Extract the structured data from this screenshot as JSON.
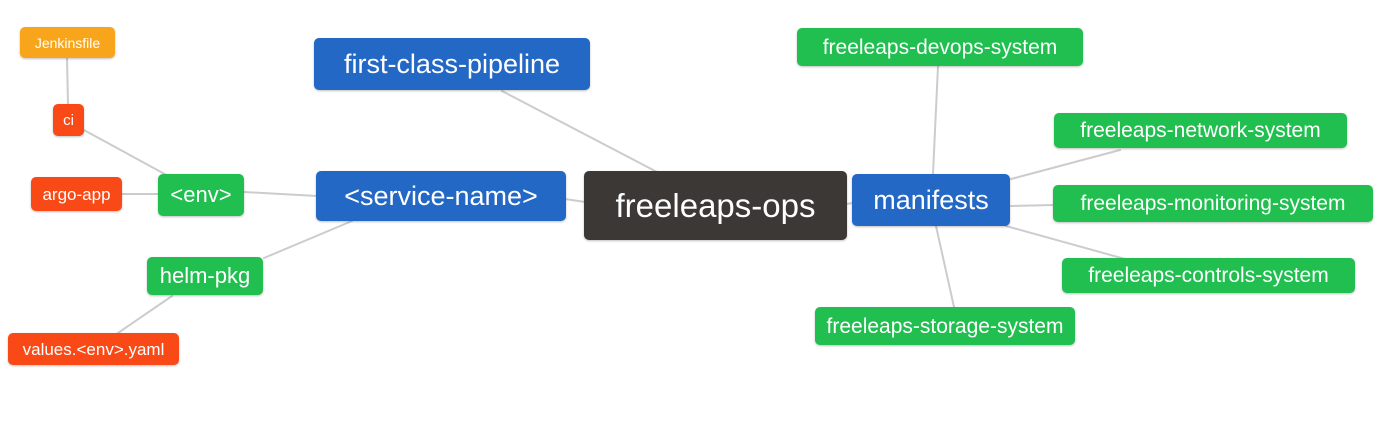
{
  "diagram": {
    "type": "mindmap",
    "root": "freeleaps_ops"
  },
  "palette": {
    "orange": "#F9A51B",
    "red": "#F94916",
    "green": "#20BF4F",
    "blue": "#2268C4",
    "dark": "#3B3836",
    "edge": "#CCCCCC",
    "node_text": "#FFFFFF",
    "background": "#FFFFFF"
  },
  "nodes": {
    "jenkinsfile": {
      "label": "Jenkinsfile",
      "color": "#F9A51B"
    },
    "ci": {
      "label": "ci",
      "color": "#F94916"
    },
    "argo_app": {
      "label": "argo-app",
      "color": "#F94916"
    },
    "env": {
      "label": "<env>",
      "color": "#20BF4F"
    },
    "helm_pkg": {
      "label": "helm-pkg",
      "color": "#20BF4F"
    },
    "values_env_yaml": {
      "label": "values.<env>.yaml",
      "color": "#F94916"
    },
    "first_class_pipeline": {
      "label": "first-class-pipeline",
      "color": "#2268C4"
    },
    "service_name": {
      "label": "<service-name>",
      "color": "#2268C4"
    },
    "freeleaps_ops": {
      "label": "freeleaps-ops",
      "color": "#3B3836"
    },
    "manifests": {
      "label": "manifests",
      "color": "#2268C4"
    },
    "devops_system": {
      "label": "freeleaps-devops-system",
      "color": "#20BF4F"
    },
    "network_system": {
      "label": "freeleaps-network-system",
      "color": "#20BF4F"
    },
    "monitoring_system": {
      "label": "freeleaps-monitoring-system",
      "color": "#20BF4F"
    },
    "controls_system": {
      "label": "freeleaps-controls-system",
      "color": "#20BF4F"
    },
    "storage_system": {
      "label": "freeleaps-storage-system",
      "color": "#20BF4F"
    }
  },
  "edges": [
    {
      "from": "jenkinsfile",
      "to": "ci"
    },
    {
      "from": "ci",
      "to": "env"
    },
    {
      "from": "argo_app",
      "to": "env"
    },
    {
      "from": "env",
      "to": "service_name"
    },
    {
      "from": "helm_pkg",
      "to": "service_name"
    },
    {
      "from": "values_env_yaml",
      "to": "helm_pkg"
    },
    {
      "from": "first_class_pipeline",
      "to": "freeleaps_ops"
    },
    {
      "from": "service_name",
      "to": "freeleaps_ops"
    },
    {
      "from": "freeleaps_ops",
      "to": "manifests"
    },
    {
      "from": "manifests",
      "to": "devops_system"
    },
    {
      "from": "manifests",
      "to": "network_system"
    },
    {
      "from": "manifests",
      "to": "monitoring_system"
    },
    {
      "from": "manifests",
      "to": "controls_system"
    },
    {
      "from": "manifests",
      "to": "storage_system"
    }
  ]
}
